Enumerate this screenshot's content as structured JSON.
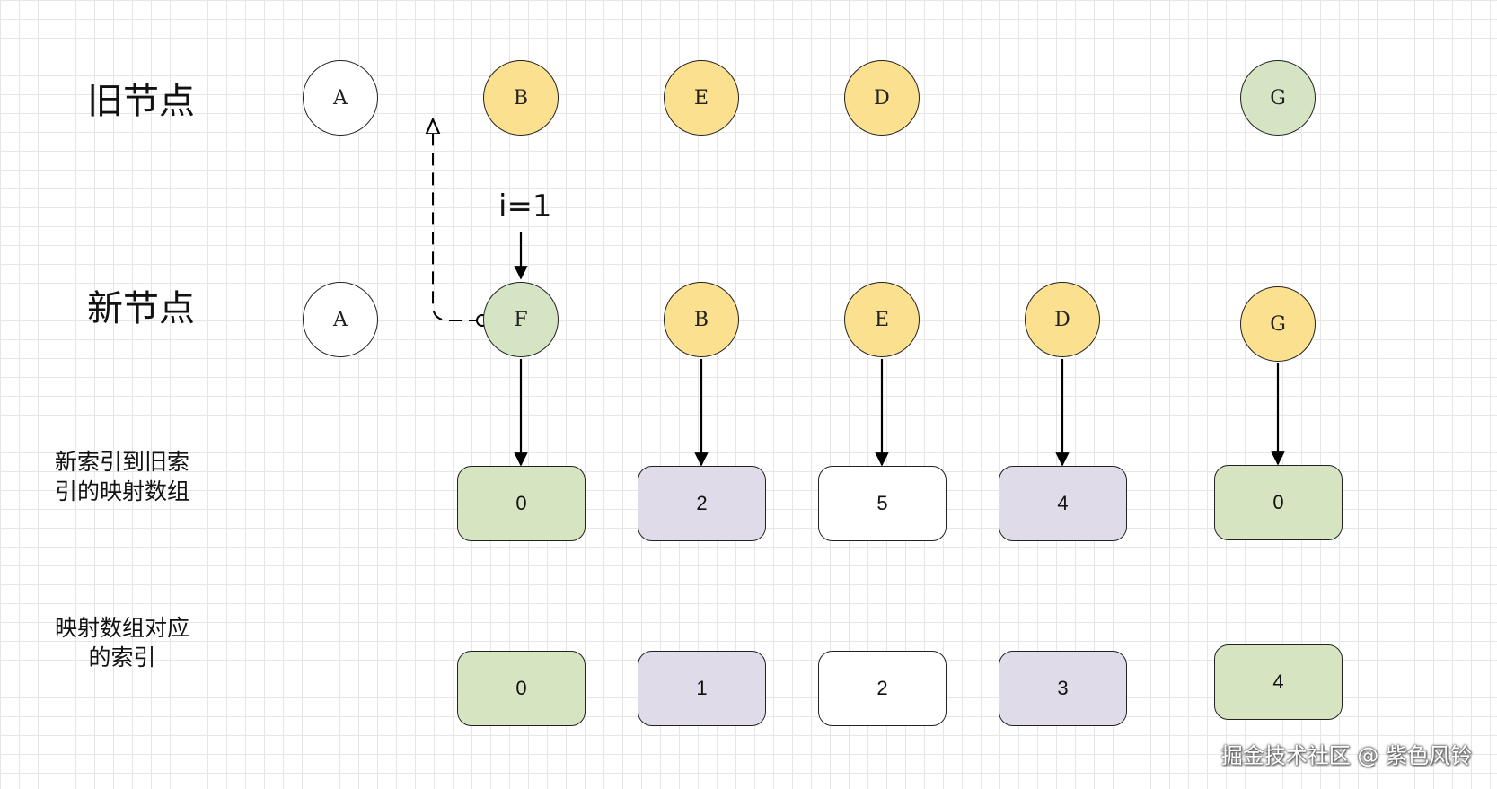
{
  "labels": {
    "old_nodes": "旧节点",
    "new_nodes": "新节点",
    "mapping_array": "新索引到旧索\n引的映射数组",
    "mapping_index": "映射数组对应\n的索引",
    "pointer": "i=1"
  },
  "old_nodes": [
    "A",
    "B",
    "E",
    "D",
    "G"
  ],
  "new_nodes": [
    "A",
    "F",
    "B",
    "E",
    "D",
    "G"
  ],
  "mapping_values": [
    "0",
    "2",
    "5",
    "4",
    "0"
  ],
  "mapping_indices": [
    "0",
    "1",
    "2",
    "3",
    "4"
  ],
  "colors": {
    "white": "#ffffff",
    "yellow": "#fbe08f",
    "green": "#d5e4c3",
    "purple": "#dfdbe9"
  },
  "watermark": "掘金技术社区 @ 紫色风铃"
}
